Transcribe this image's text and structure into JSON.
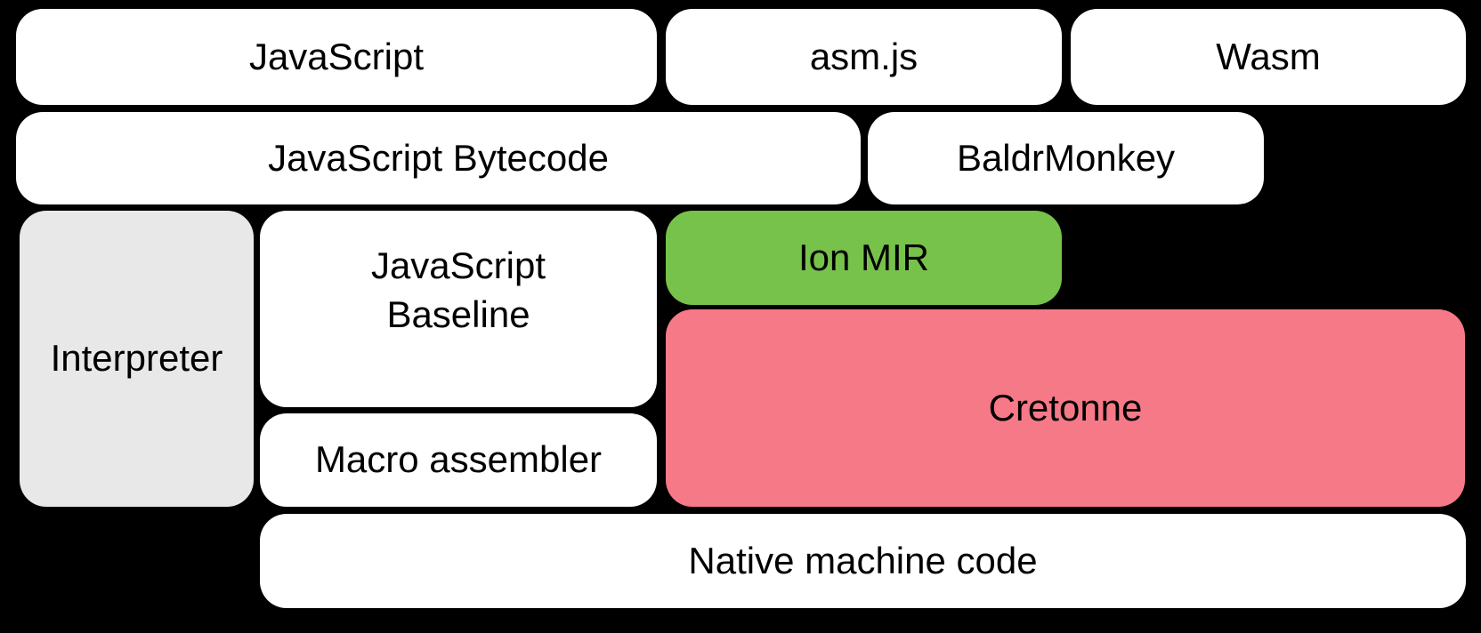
{
  "diagram": {
    "type": "block-diagram",
    "background": "#000000",
    "colors": {
      "box_white": "#ffffff",
      "box_gray": "#e8e8e8",
      "box_green": "#77c24a",
      "box_pink": "#f67987",
      "text": "#000000"
    },
    "nodes": {
      "javascript": {
        "label": "JavaScript"
      },
      "asmjs": {
        "label": "asm.js"
      },
      "wasm": {
        "label": "Wasm"
      },
      "bytecode": {
        "label": "JavaScript Bytecode"
      },
      "baldrmonkey": {
        "label": "BaldrMonkey"
      },
      "interpreter": {
        "label": "Interpreter"
      },
      "baseline": {
        "label": "JavaScript\nBaseline"
      },
      "ionmir": {
        "label": "Ion MIR"
      },
      "cretonne": {
        "label": "Cretonne"
      },
      "macro": {
        "label": "Macro assembler"
      },
      "native": {
        "label": "Native machine code"
      }
    }
  }
}
